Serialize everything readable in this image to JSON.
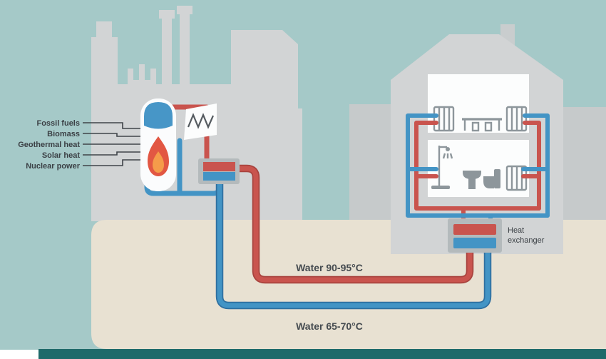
{
  "labels": {
    "sources": [
      "Fossil fuels",
      "Biomass",
      "Geothermal heat",
      "Solar heat",
      "Nuclear power"
    ],
    "supply_water": "Water 90-95°C",
    "return_water": "Water 65-70°C",
    "heat_exchanger_line1": "Heat",
    "heat_exchanger_line2": "exchanger"
  },
  "colors": {
    "sky": "#a5c9c8",
    "ground": "#e8e1d2",
    "footer_bar": "#1e6a6a",
    "building_gray": "#d2d4d5",
    "neighbor_gray": "#c6cacb",
    "room_white": "#fcfdfd",
    "hot_pipe": "#c9544e",
    "cold_pipe": "#4394c5",
    "boiler_water": "#4796c7",
    "flame_outer": "#e25743",
    "flame_inner": "#f59b4a",
    "exchanger_block": "#b4babc",
    "text": "#3b4045"
  }
}
